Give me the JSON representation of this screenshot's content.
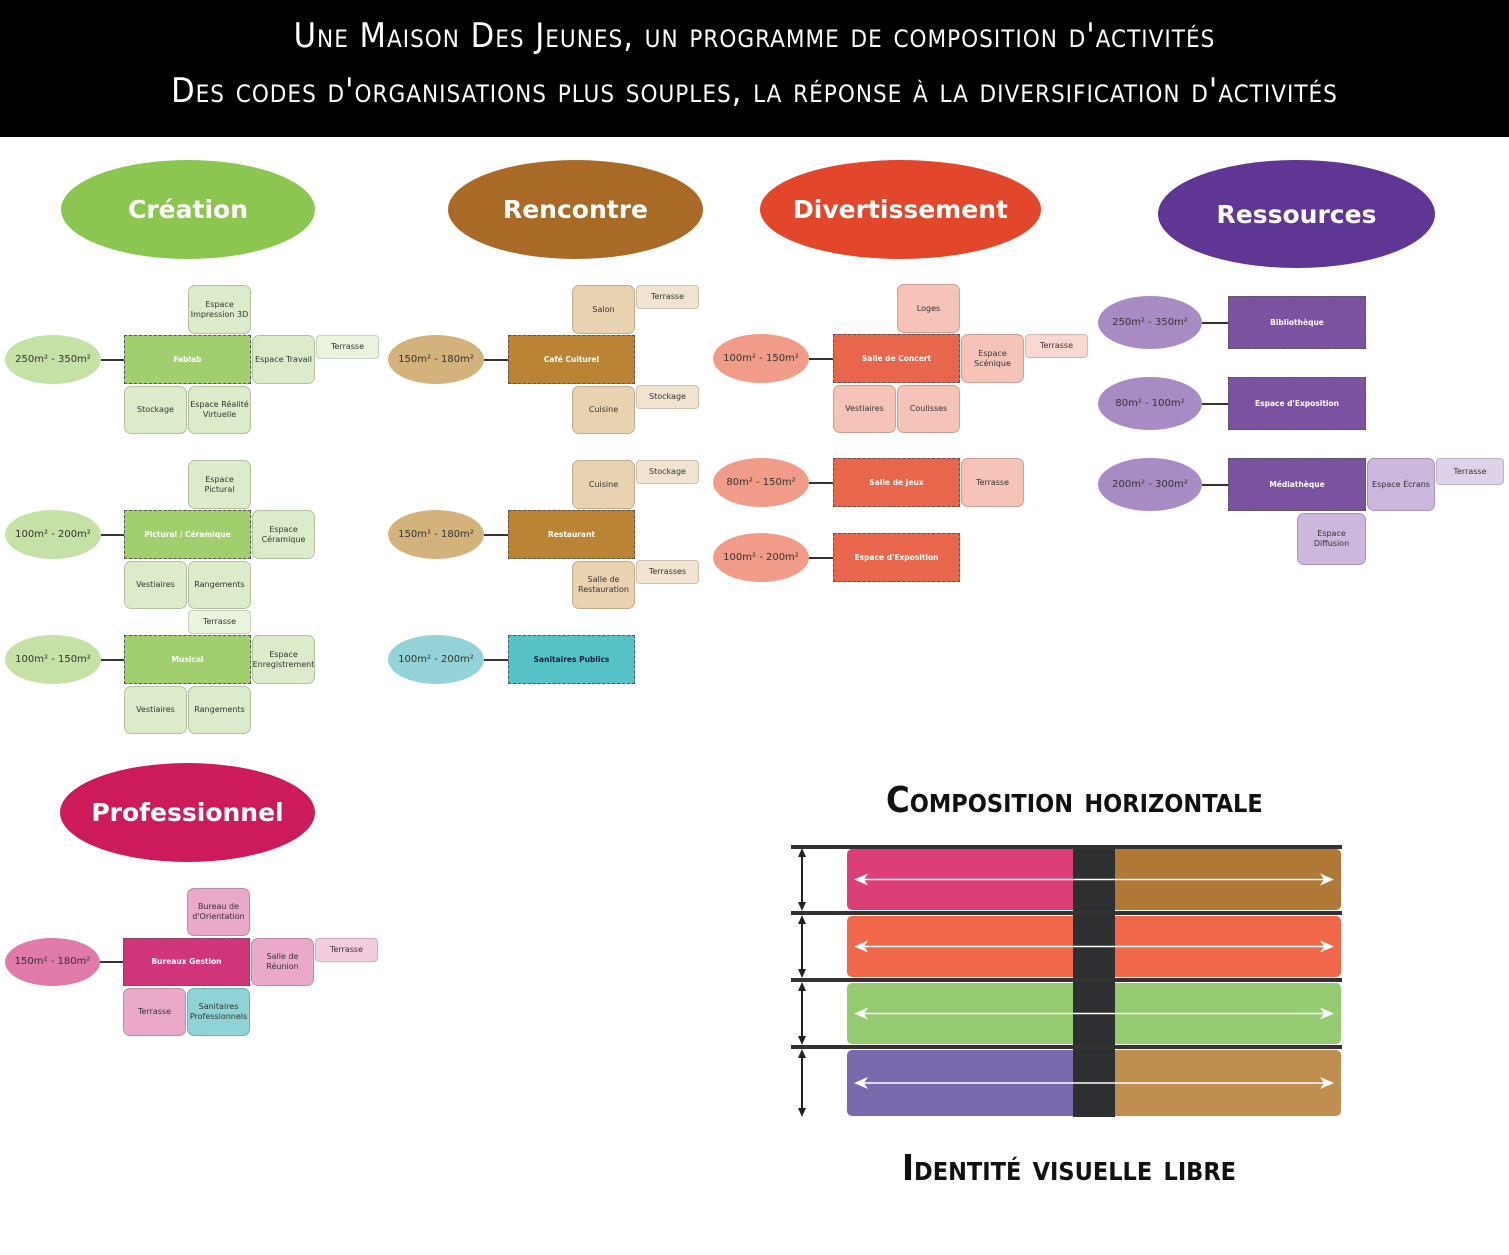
{
  "title": {
    "line1": "Une Maison Des Jeunes, un programme de composition d'activités",
    "line2": "Des codes d'organisations plus souples, la réponse à la diversification d'activités"
  },
  "groups": {
    "creation": {
      "title": "Création",
      "rows": [
        {
          "area": "250m² - 350m²",
          "main": "Fablab",
          "subs": [
            "Espace Impression 3D",
            "Espace Travail",
            "Terrasse",
            "Stockage",
            "Espace Réalité Virtuelle"
          ]
        },
        {
          "area": "100m² - 200m²",
          "main": "Pictural / Céramique",
          "subs": [
            "Espace Pictural",
            "Espace Céramique",
            "Vestiaires",
            "Rangements",
            "Terrasse"
          ]
        },
        {
          "area": "100m² - 150m²",
          "main": "Musical",
          "subs": [
            "Espace Enregistrement",
            "Vestiaires",
            "Rangements"
          ]
        }
      ]
    },
    "rencontre": {
      "title": "Rencontre",
      "rows": [
        {
          "area": "150m² - 180m²",
          "main": "Café Culturel",
          "subs": [
            "Salon",
            "Terrasse",
            "Cuisine",
            "Stockage"
          ]
        },
        {
          "area": "150m² - 180m²",
          "main": "Restaurant",
          "subs": [
            "Cuisine",
            "Stockage",
            "Salle de Restauration",
            "Terrasses"
          ]
        },
        {
          "area": "100m² - 200m²",
          "main": "Sanitaires Publics",
          "subs": []
        }
      ]
    },
    "divertissement": {
      "title": "Divertissement",
      "rows": [
        {
          "area": "100m² - 150m²",
          "main": "Salle de Concert",
          "subs": [
            "Loges",
            "Espace Scénique",
            "Terrasse",
            "Vestiaires",
            "Coulisses"
          ]
        },
        {
          "area": "80m² - 150m²",
          "main": "Salle de Jeux",
          "subs": [
            "Terrasse"
          ]
        },
        {
          "area": "100m² - 200m²",
          "main": "Espace d'Exposition",
          "subs": []
        }
      ]
    },
    "ressources": {
      "title": "Ressources",
      "rows": [
        {
          "area": "250m² - 350m²",
          "main": "Bibliothèque",
          "subs": []
        },
        {
          "area": "80m² - 100m²",
          "main": "Espace d'Exposition",
          "subs": []
        },
        {
          "area": "200m² - 300m²",
          "main": "Médiathèque",
          "subs": [
            "Espace Écrans",
            "Terrasse",
            "Espace Diffusion"
          ]
        }
      ]
    },
    "professionnel": {
      "title": "Professionnel",
      "rows": [
        {
          "area": "150m² - 180m²",
          "main": "Bureaux Gestion",
          "subs": [
            "Bureau de d'Orientation",
            "Salle de Réunion",
            "Terrasse",
            "Terrasse",
            "Sanitaires Professionnels"
          ]
        }
      ]
    }
  },
  "composition": {
    "title": "Composition horizontale",
    "subtitle": "Identité visuelle libre",
    "colors": {
      "pink": "#dc3f77",
      "brown": "#b07837",
      "orange": "#f0674a",
      "green": "#94cb70",
      "purple": "#7a6aad",
      "tan": "#c08f4f",
      "divider": "#2e2f31"
    }
  }
}
